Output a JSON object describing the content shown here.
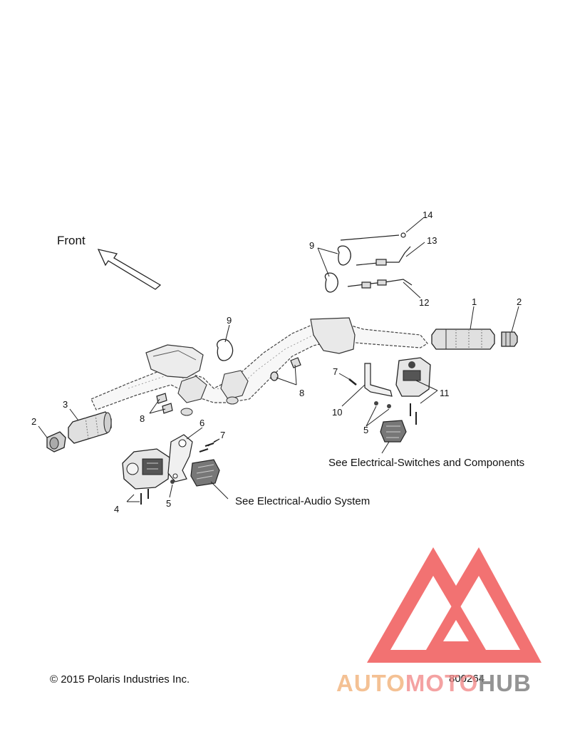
{
  "front_label": "Front",
  "callouts": {
    "c1": "1",
    "c2_right": "2",
    "c2_left": "2",
    "c3": "3",
    "c4": "4",
    "c5_left": "5",
    "c5_right": "5",
    "c6": "6",
    "c7_left": "7",
    "c7_right": "7",
    "c8_left": "8",
    "c8_right": "8",
    "c9_top": "9",
    "c9_mid": "9",
    "c10": "10",
    "c11": "11",
    "c12": "12",
    "c13": "13",
    "c14": "14"
  },
  "references": {
    "switches": "See Electrical-Switches and Components",
    "audio": "See Electrical-Audio System"
  },
  "copyright": "© 2015 Polaris Industries Inc.",
  "diagram_number": "800264",
  "watermark": {
    "part1": "AUTO",
    "part2": "MOTO",
    "part3": "HUB",
    "colors": {
      "orange": "#f2b27a",
      "pink": "#f28c8c",
      "gray": "#7a7a7a",
      "red": "#ee4444"
    }
  }
}
